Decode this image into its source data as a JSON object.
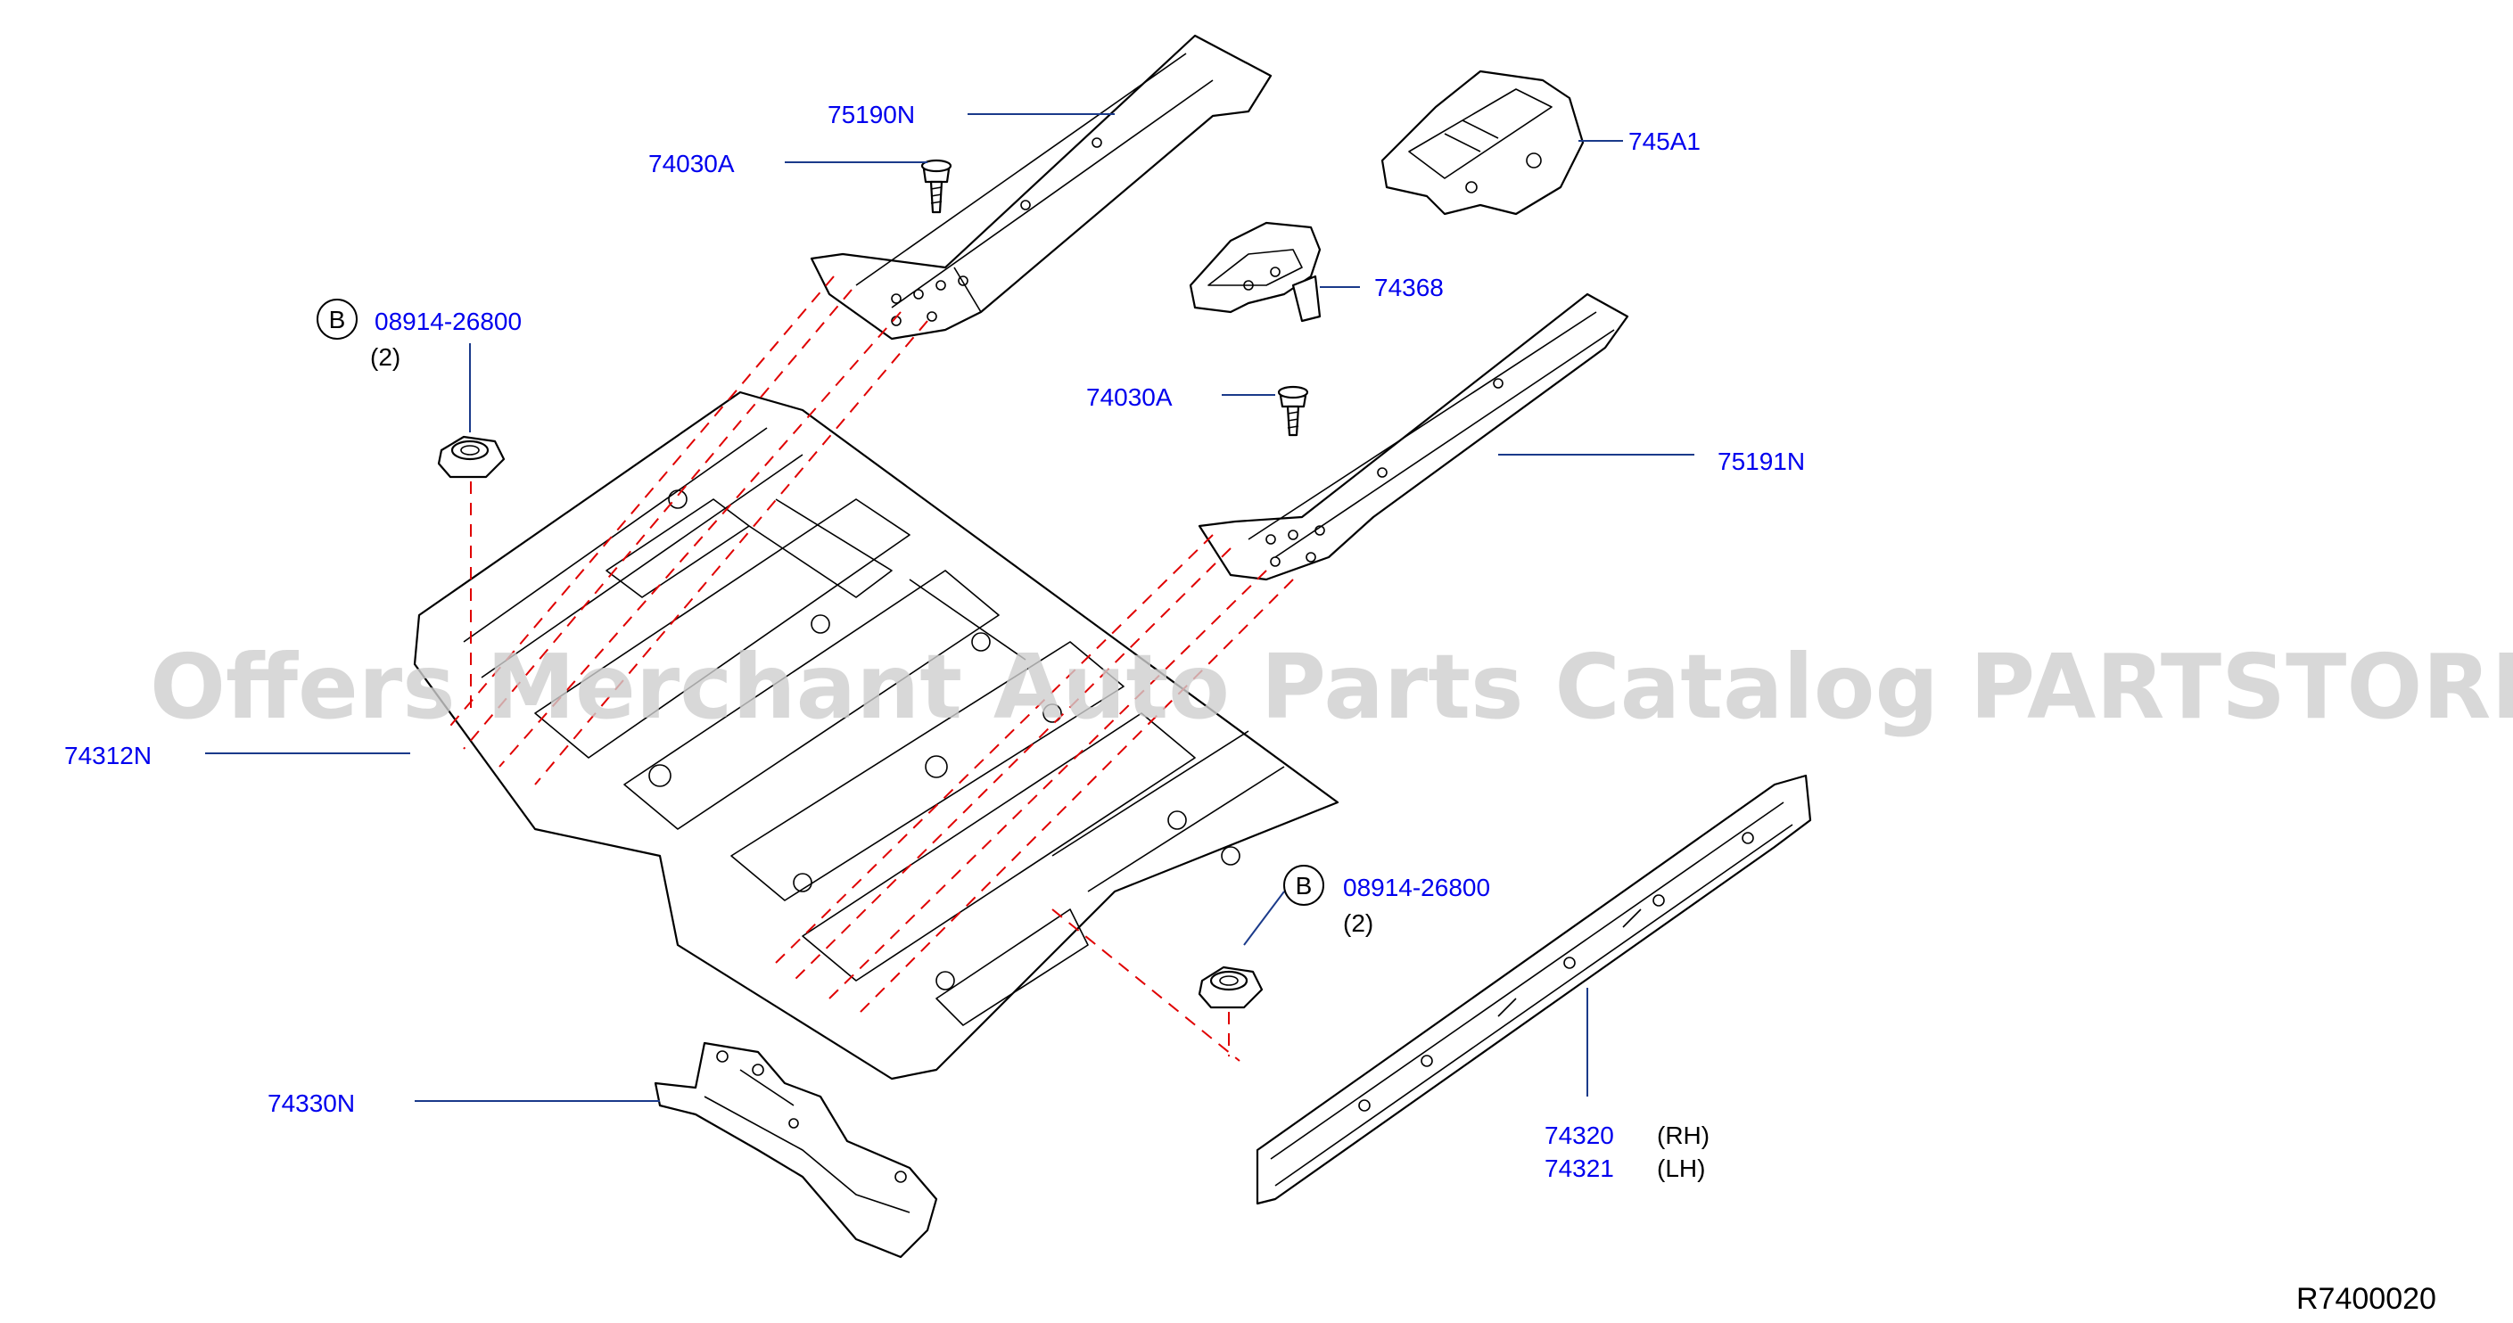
{
  "watermark": "Offers Merchant Auto Parts Catalog PARTSTORE.SA",
  "diagram_ref": "R7400020",
  "callouts": {
    "p75190N": "75190N",
    "p74030A_top": "74030A",
    "p745A1": "745A1",
    "p74368": "74368",
    "p08914_left": "08914-26800",
    "qty_left": "(2)",
    "p74030A_mid": "74030A",
    "p75191N": "75191N",
    "p74312N": "74312N",
    "p08914_right": "08914-26800",
    "qty_right": "(2)",
    "p74330N": "74330N",
    "p74320": "74320",
    "p74320_side": "(RH)",
    "p74321": "74321",
    "p74321_side": "(LH)"
  },
  "badges": {
    "left": "B",
    "right": "B"
  },
  "colors": {
    "part_number": "#0000ee",
    "leader": "#1a3a8a",
    "dashed_guide": "#e00000",
    "watermark": "#cfcfcf"
  }
}
